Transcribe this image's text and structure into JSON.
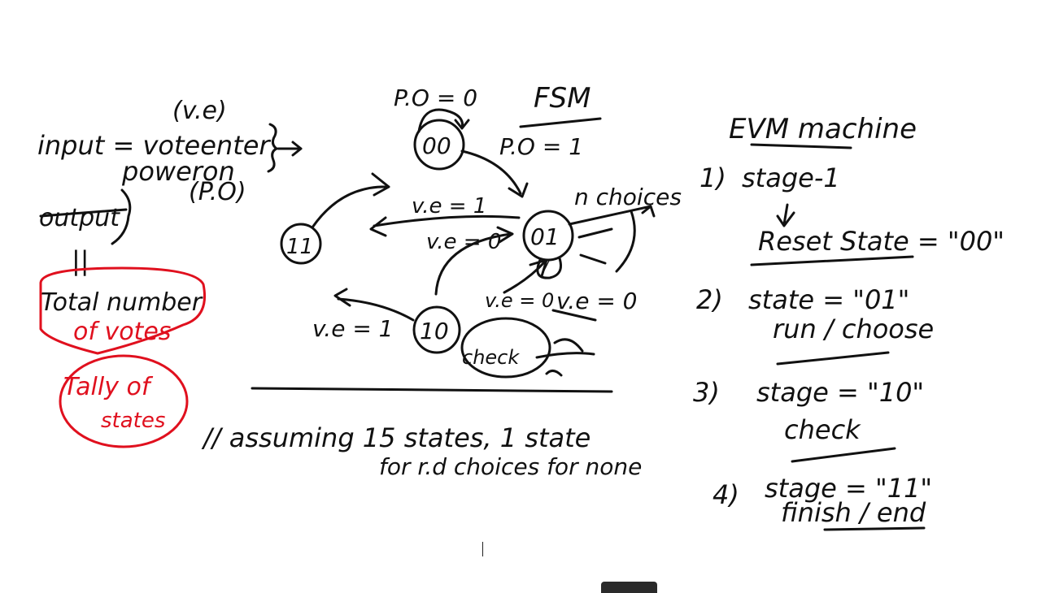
{
  "colors": {
    "ink": "#111111",
    "red_ink": "#e0101e",
    "background": "#ffffff"
  },
  "left_notes": {
    "ve_label": "(v.e)",
    "input_line": "input = voteenter",
    "poweron_line": "poweron",
    "po_label": "(P.O)",
    "output_label": "output",
    "parallel_mark": "||",
    "total_votes_line1": "Total number",
    "total_votes_line2": "of votes",
    "tally_line1": "Tally of",
    "tally_line2": "states"
  },
  "fsm": {
    "title": "FSM",
    "po0_label": "P.O = 0",
    "po1_label": "P.O = 1",
    "state_00": "00",
    "state_01": "01",
    "state_10": "10",
    "state_11": "11",
    "ve1_top": "v.e = 1",
    "ve0_mid": "v.e = 0",
    "n_choices": "n choices",
    "ve0_right": "v.e = 0",
    "ve0_lower": "v.e = 0",
    "ve1_bottom": "v.e = 1",
    "check_label": "check",
    "self_loop_mark": "/",
    "assumption_line1": "// assuming  15 states,  1 state",
    "assumption_line2": "for r.d choices  for none"
  },
  "right_notes": {
    "title": "EVM machine",
    "step1_num": "1)",
    "step1_text": "stage-1",
    "step1_sub": "Reset State = \"00\"",
    "step2_num": "2)",
    "step2_text": "state = \"01\"",
    "step2_sub": "run / choose",
    "step3_num": "3)",
    "step3_text": "stage = \"10\"",
    "step3_sub": "check",
    "step4_num": "4)",
    "step4_text": "stage = \"11\"",
    "step4_sub": "finish / end"
  }
}
